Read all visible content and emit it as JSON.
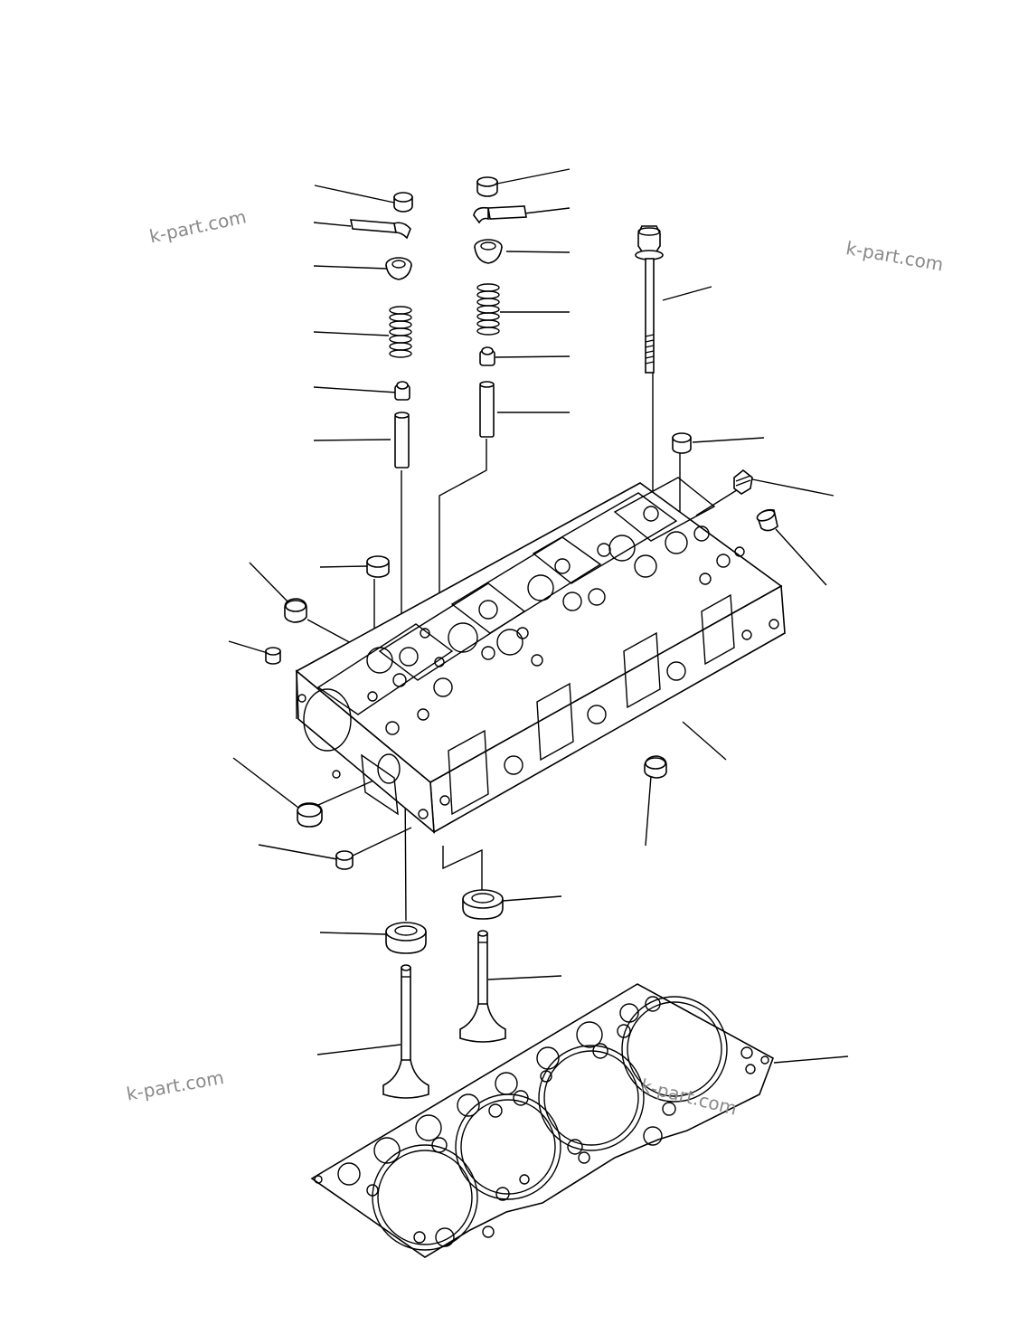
{
  "watermarks": [
    "k-part.com",
    "k-part.com",
    "k-part.com",
    "k-part.com"
  ],
  "colors": {
    "line": "#000000",
    "watermark": "#8a8a8a",
    "background": "#ffffff"
  }
}
